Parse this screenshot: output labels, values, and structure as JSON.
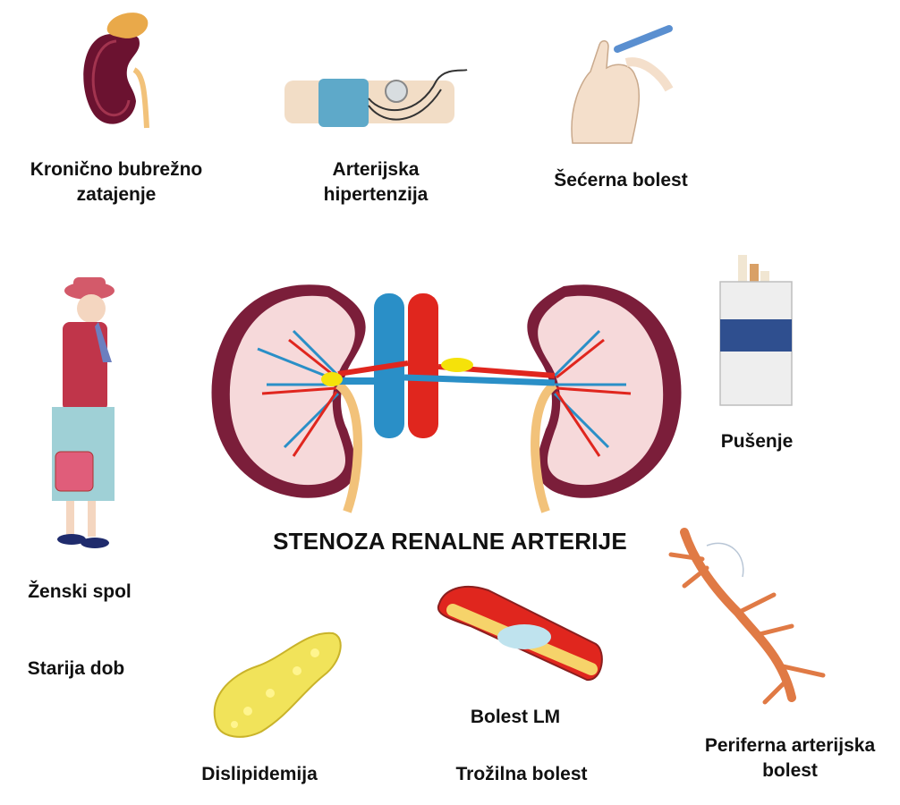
{
  "title": "STENOZA RENALNE ARTERIJE",
  "factors": {
    "ckd": [
      "Kronično bubrežno",
      "zatajenje"
    ],
    "hypertension": [
      "Arterijska",
      "hipertenzija"
    ],
    "diabetes": "Šećerna bolest",
    "smoking": "Pušenje",
    "female": "Ženski spol",
    "age": "Starija dob",
    "dyslipidemia": "Dislipidemija",
    "lm_disease": "Bolest LM",
    "three_vessel": "Trožilna bolest",
    "pad": [
      "Periferna arterijska",
      "bolest"
    ]
  },
  "colors": {
    "artery": "#e0261e",
    "vein": "#2a8fc7",
    "kidney_cortex": "#f6d9da",
    "kidney_outer": "#7b1e3a",
    "plaque": "#f5e20a",
    "fat": "#f1e35a"
  }
}
